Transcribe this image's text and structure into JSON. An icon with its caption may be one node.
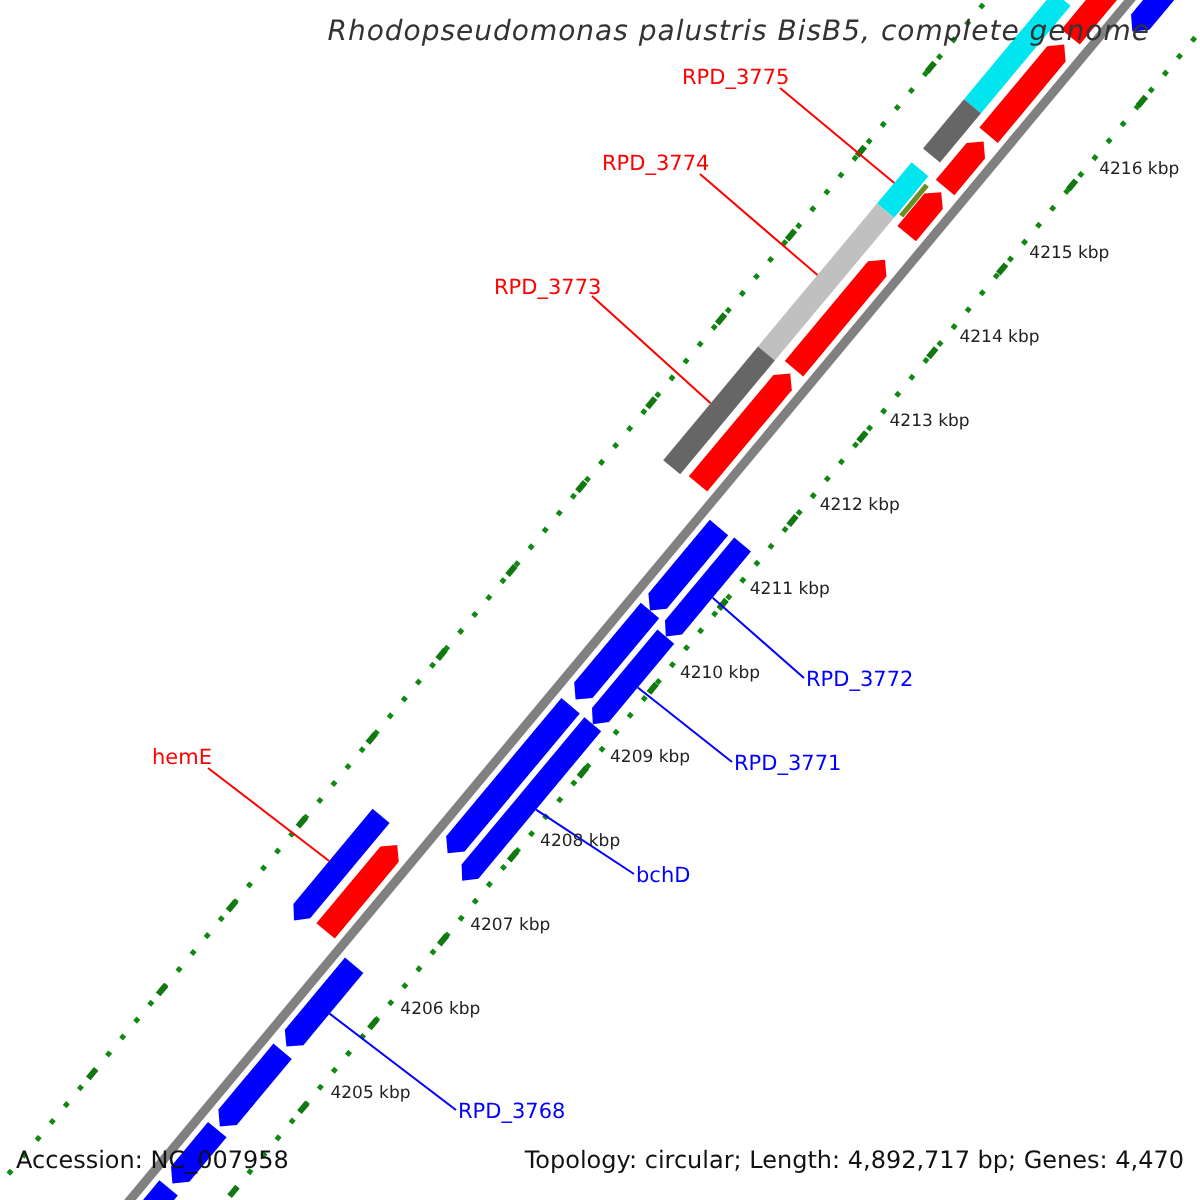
{
  "diagram": {
    "title": "Rhodopseudomonas palustris BisB5, complete genome",
    "nodes": [
      {
        "text": [
          "RPD_3775"
        ]
      },
      {
        "text": [
          "RPD_3774"
        ]
      },
      {
        "text": [
          "RPD_3773"
        ]
      },
      {
        "text": [
          "RPD_3772"
        ]
      },
      {
        "text": [
          "hemE"
        ]
      },
      {
        "text": [
          "RPD_3771"
        ]
      },
      {
        "text": [
          "bchD"
        ]
      },
      {
        "text": [
          "RPD_3768"
        ]
      },
      {
        "text": [],
        "shape": "bar"
      },
      {
        "text": [],
        "shape": "bar"
      },
      {
        "text": [],
        "shape": "bar"
      },
      {
        "text": [],
        "shape": "bar"
      },
      {
        "text": [],
        "shape": "bar"
      },
      {
        "text": [],
        "shape": "bar"
      },
      {
        "text": [],
        "shape": "bar"
      },
      {
        "text": [],
        "shape": "bar"
      },
      {
        "text": [],
        "shape": "bar"
      },
      {
        "text": [],
        "shape": "bar"
      },
      {
        "text": [],
        "shape": "bar"
      },
      {
        "text": [],
        "shape": "bar"
      },
      {
        "text": [],
        "shape": "bar"
      },
      {
        "text": [],
        "shape": "bar"
      },
      {
        "text": [],
        "shape": "bar"
      },
      {
        "text": [],
        "shape": "bar"
      },
      {
        "text": [],
        "shape": "bar"
      },
      {
        "text": [],
        "shape": "bar"
      },
      {
        "text": [],
        "shape": "bar"
      },
      {
        "text": [],
        "shape": "bar"
      },
      {
        "text": [],
        "shape": "bar"
      },
      {
        "text": [],
        "shape": "bar"
      },
      {
        "text": [],
        "shape": "bar"
      },
      {
        "text": [],
        "shape": "bar"
      },
      {
        "text": [],
        "shape": "bar"
      }
    ],
    "edges": [
      {
        "from": 0,
        "to": 14,
        "arrow": "none"
      },
      {
        "from": 1,
        "to": 17,
        "arrow": "none"
      },
      {
        "from": 2,
        "to": 19,
        "arrow": "none"
      },
      {
        "from": 3,
        "to": 21,
        "arrow": "none",
        "color": "#0000ff"
      },
      {
        "from": 4,
        "to": 27,
        "arrow": "none"
      },
      {
        "from": 5,
        "to": 24,
        "arrow": "none",
        "color": "#0000ff"
      },
      {
        "from": 6,
        "to": 26,
        "arrow": "none",
        "color": "#0000ff"
      },
      {
        "from": 7,
        "to": 29,
        "arrow": "none",
        "color": "#0000ff"
      }
    ],
    "labels": [
      "4216 kbp",
      "4215 kbp",
      "4214 kbp",
      "4213 kbp",
      "4212 kbp",
      "4211 kbp",
      "4210 kbp",
      "4209 kbp",
      "4208 kbp",
      "4207 kbp",
      "4206 kbp",
      "4205 kbp",
      "Accession: NC_007958",
      "Topology: circular; Length: 4,892,717 bp; Genes: 4,470"
    ]
  }
}
